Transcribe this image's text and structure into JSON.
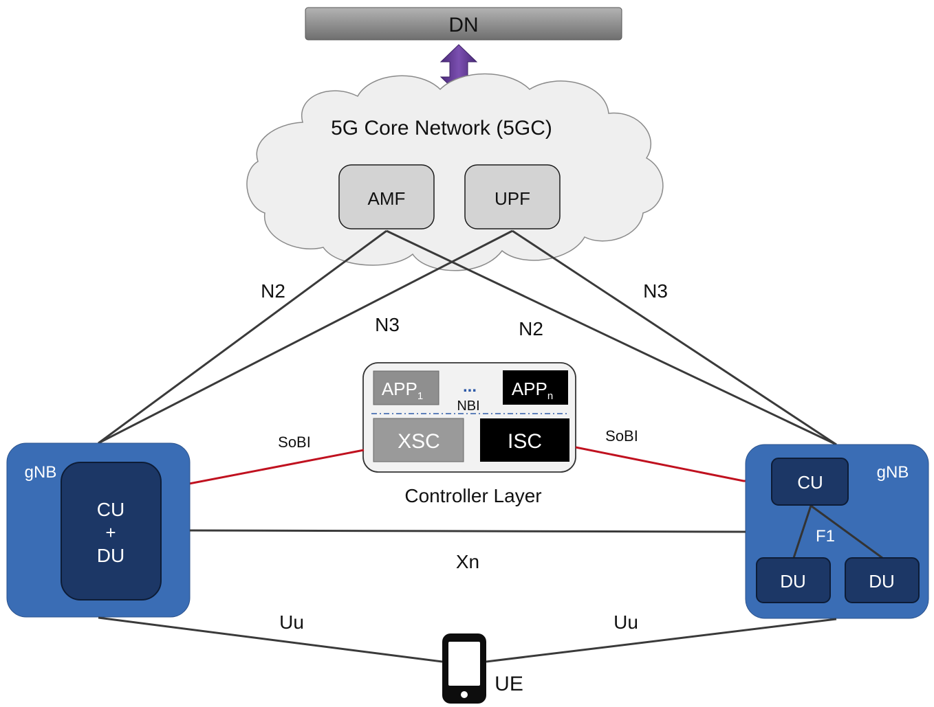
{
  "dn": {
    "label": "DN"
  },
  "core": {
    "title": "5G Core Network (5GC)",
    "amf": "AMF",
    "upf": "UPF"
  },
  "links": {
    "n2_left": "N2",
    "n3_left": "N3",
    "n2_right": "N2",
    "n3_right": "N3",
    "sobi_left": "SoBI",
    "sobi_right": "SoBI",
    "xn": "Xn",
    "uu_left": "Uu",
    "uu_right": "Uu",
    "f1": "F1"
  },
  "controller": {
    "title": "Controller Layer",
    "app1": "APP",
    "app1_sub": "1",
    "appn": "APP",
    "appn_sub": "n",
    "ellipsis": "...",
    "nbi": "NBI",
    "xsc": "XSC",
    "isc": "ISC"
  },
  "gnb_left": {
    "label": "gNB",
    "unit_line1": "CU",
    "unit_line2": "+",
    "unit_line3": "DU"
  },
  "gnb_right": {
    "label": "gNB",
    "cu": "CU",
    "du1": "DU",
    "du2": "DU"
  },
  "ue": {
    "label": "UE",
    "icon": "smartphone-icon"
  },
  "colors": {
    "gnb_blue": "#3a6db5",
    "unit_navy": "#1c3766",
    "sobi_red": "#c0111f",
    "arrow_purple": "#6a3d9a",
    "cloud_fill": "#efefef",
    "dn_gray": "#8a8a8a"
  }
}
